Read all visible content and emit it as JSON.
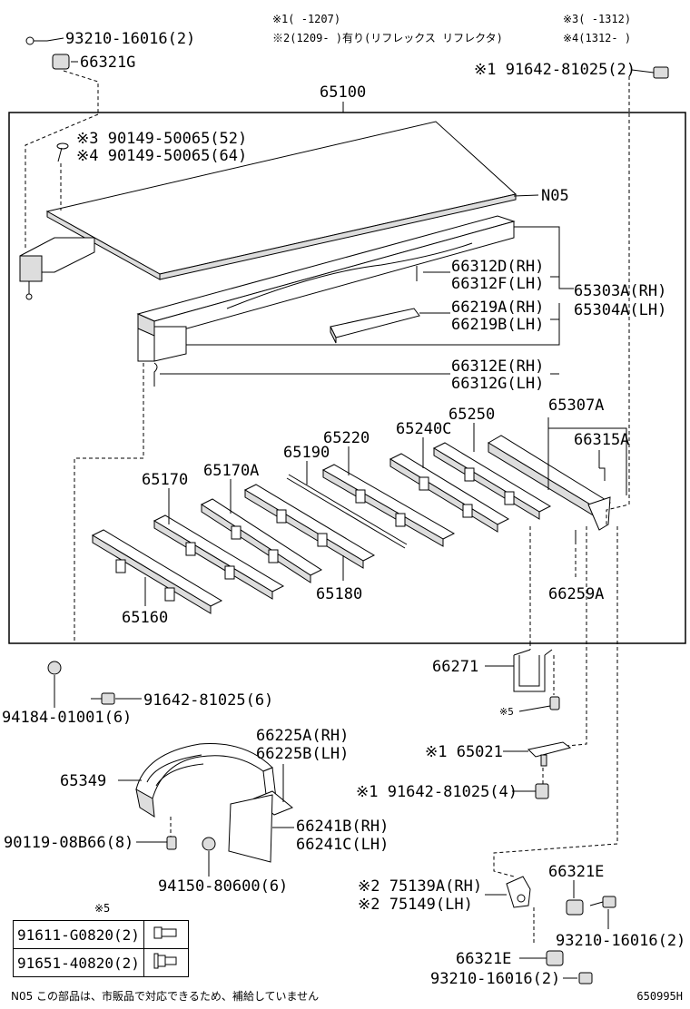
{
  "notes": {
    "n1": "※1(    -1207)",
    "n2": "※2(1209-    )有り(リフレックス リフレクタ)",
    "n3": "※3(    -1312)",
    "n4": "※4(1312-    )"
  },
  "labels": {
    "p93210_top": "93210-16016(2)",
    "p66321G": "66321G",
    "p91642_top": "※1 91642-81025(2)",
    "p65100": "65100",
    "p90149_a": "※3 90149-50065(52)",
    "p90149_b": "※4 90149-50065(64)",
    "pN05": "N05",
    "p66312D": "66312D(RH)",
    "p66312F": "66312F(LH)",
    "p65303A": "65303A(RH)",
    "p65304A": "65304A(LH)",
    "p66219A": "66219A(RH)",
    "p66219B": "66219B(LH)",
    "p66312E": "66312E(RH)",
    "p66312G": "66312G(LH)",
    "p65307A": "65307A",
    "p66315A": "66315A",
    "p65250": "65250",
    "p65240C": "65240C",
    "p65220": "65220",
    "p65190": "65190",
    "p65170A": "65170A",
    "p65170": "65170",
    "p65180": "65180",
    "p65160": "65160",
    "p66259A": "66259A",
    "p66271": "66271",
    "p94184": "94184-01001(6)",
    "p91642_mid": "91642-81025(6)",
    "pX5": "※5",
    "p65021": "※1 65021",
    "p91642_low": "※1 91642-81025(4)",
    "p66225A": "66225A(RH)",
    "p66225B": "66225B(LH)",
    "p65349": "65349",
    "p66241B": "66241B(RH)",
    "p66241C": "66241C(LH)",
    "p90119": "90119-08B66(8)",
    "p94150": "94150-80600(6)",
    "p66321E_a": "66321E",
    "p75139A": "※2 75139A(RH)",
    "p75149": "※2 75149(LH)",
    "p93210_r": "93210-16016(2)",
    "p66321E_b": "66321E",
    "p93210_b": "93210-16016(2)"
  },
  "legend": {
    "title": "※5",
    "rows": [
      {
        "part": "91611-G0820(2)",
        "icon": "bolt-icon"
      },
      {
        "part": "91651-40820(2)",
        "icon": "flange-bolt-icon"
      }
    ]
  },
  "footnote": "N05  この部品は、市販品で対応できるため、補給していません",
  "image_id": "650995H"
}
